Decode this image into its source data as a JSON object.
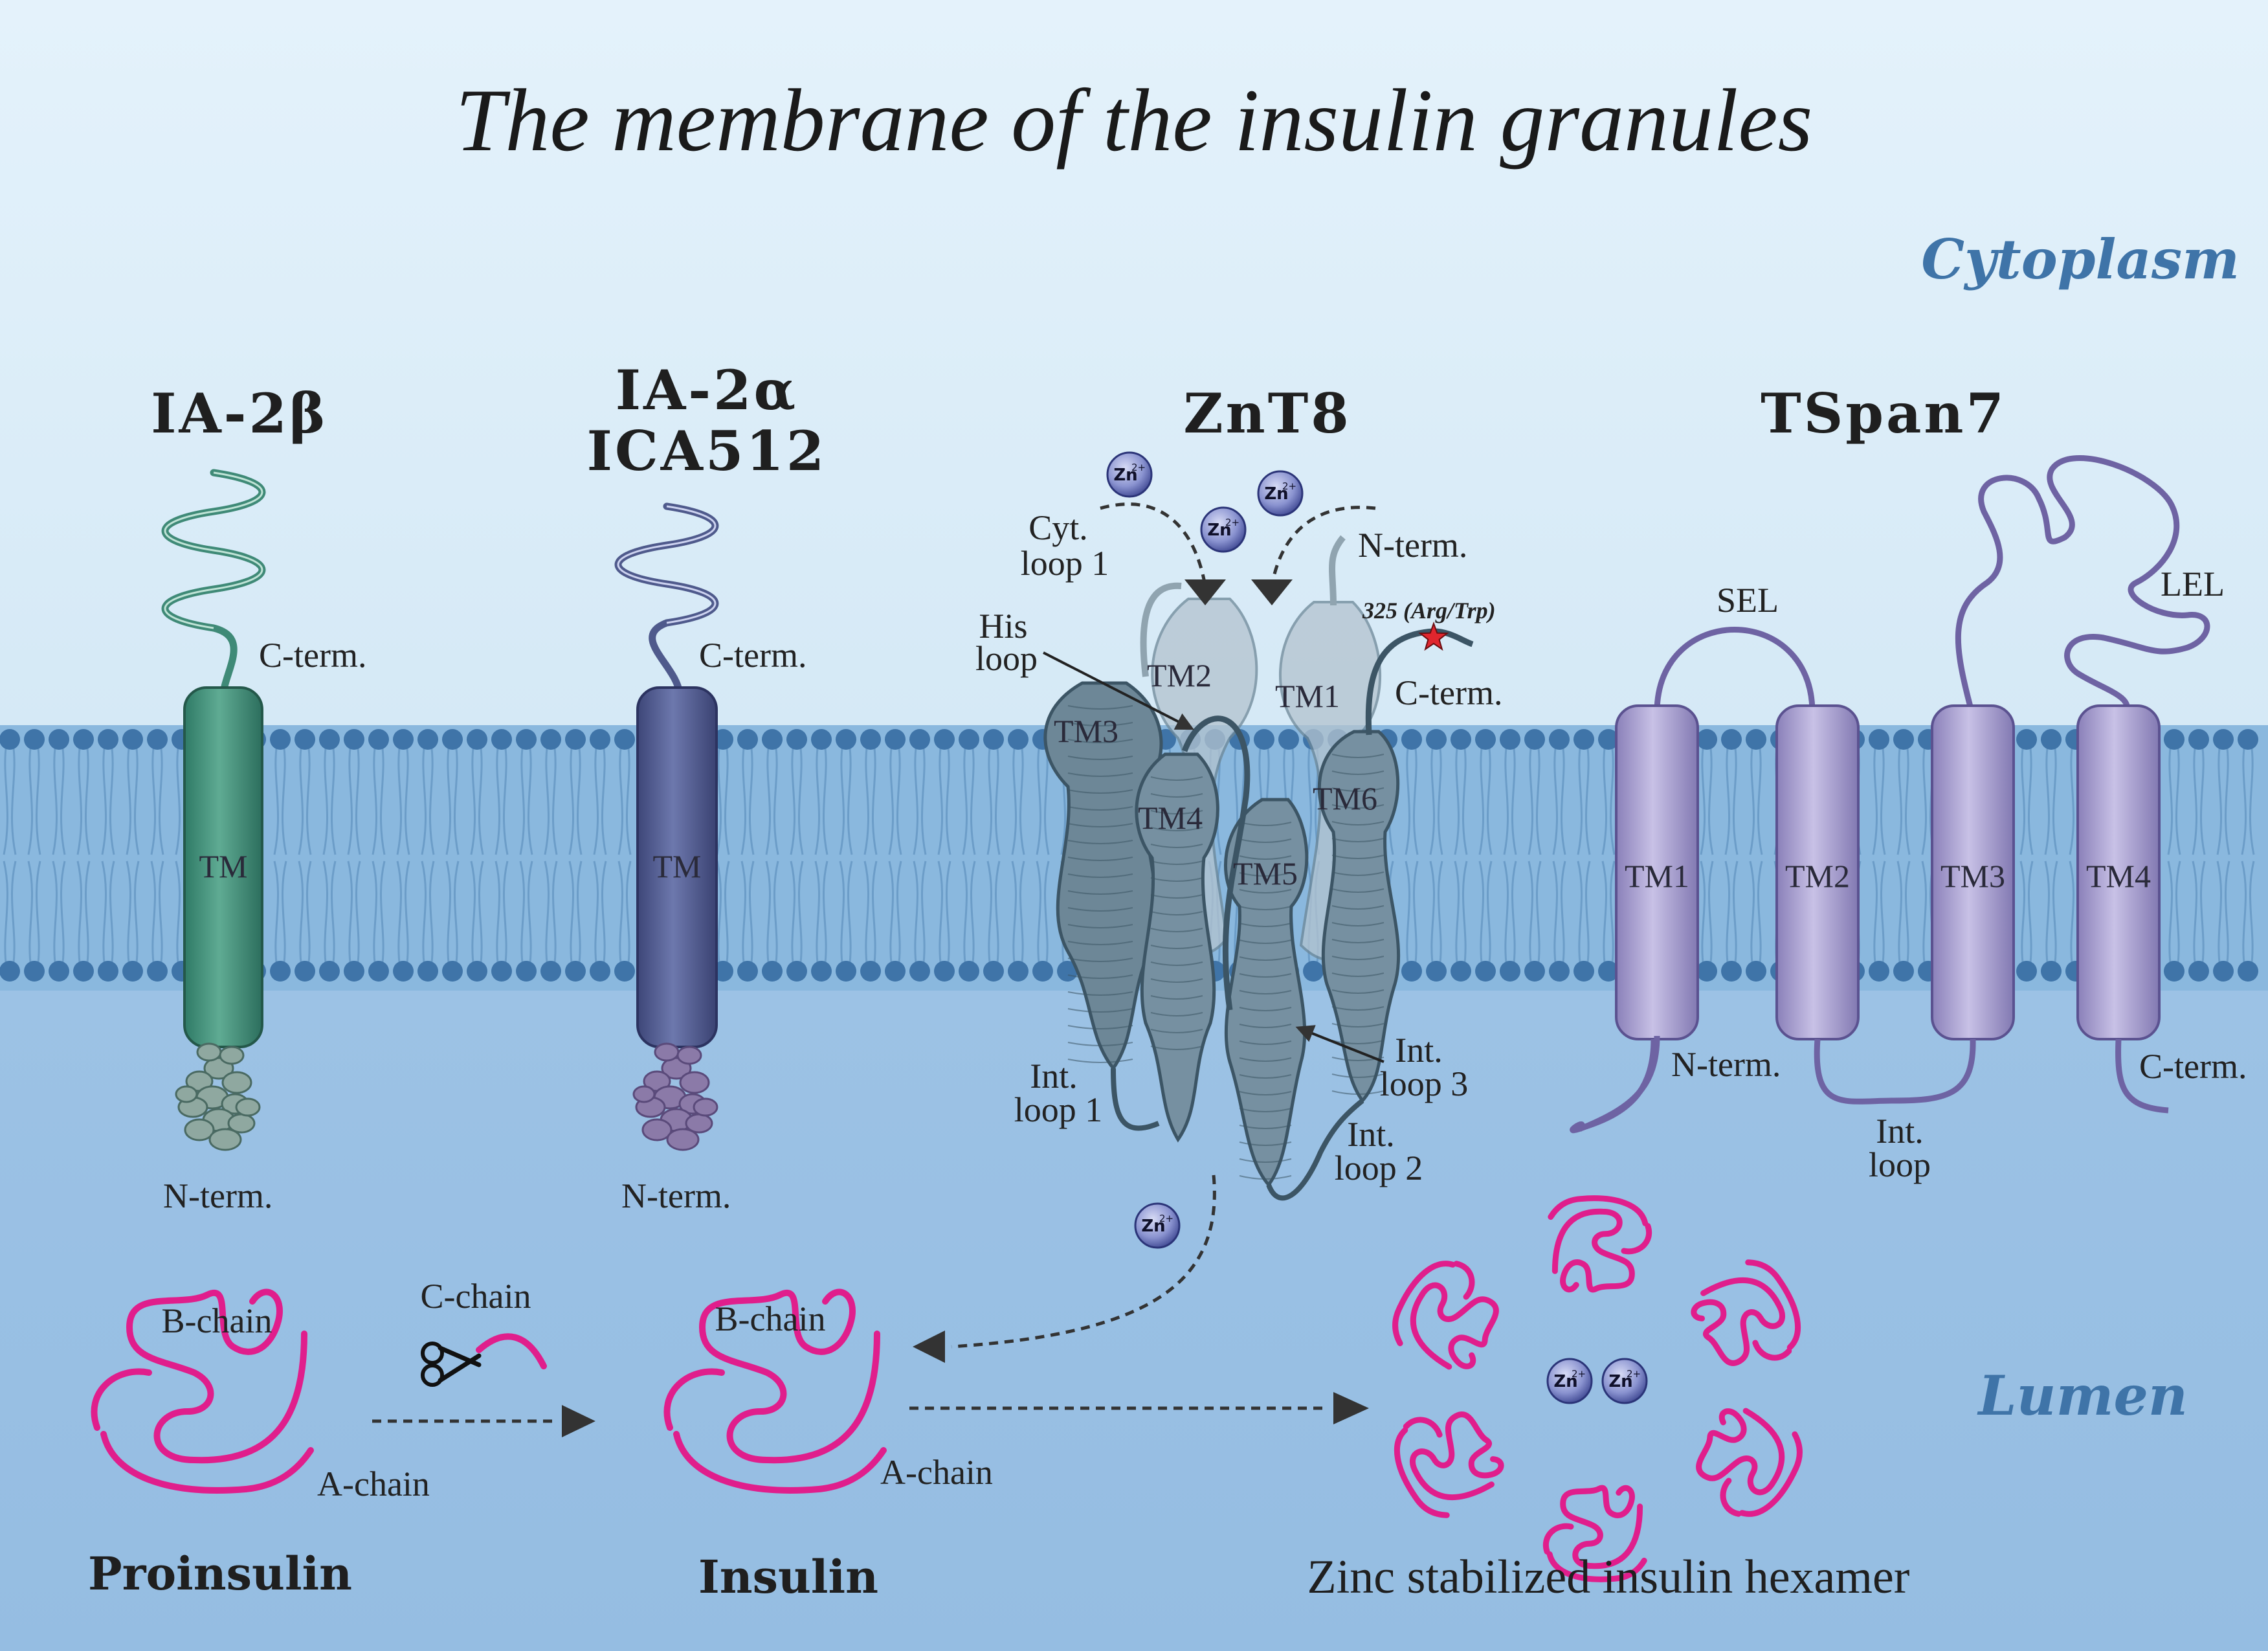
{
  "title": "The membrane of the insulin granules",
  "regions": {
    "cytoplasm": "Cytoplasm",
    "lumen": "Lumen"
  },
  "proteins": {
    "ia2b": {
      "name": "IA-2β",
      "tm": "TM",
      "cterm": "C-term.",
      "nterm": "N-term."
    },
    "ia2a": {
      "name1": "IA-2α",
      "name2": "ICA512",
      "tm": "TM",
      "cterm": "C-term.",
      "nterm": "N-term."
    },
    "znt8": {
      "name": "ZnT8",
      "cyt_loop": [
        "Cyt.",
        "loop 1"
      ],
      "his_loop": [
        "His",
        "loop"
      ],
      "nterm": "N-term.",
      "cterm": "C-term.",
      "variant": "325 (Arg/Trp)",
      "int_loop1": [
        "Int.",
        "loop 1"
      ],
      "int_loop2": [
        "Int.",
        "loop 2"
      ],
      "int_loop3": [
        "Int.",
        "loop 3"
      ],
      "tm": [
        "TM1",
        "TM2",
        "TM3",
        "TM4",
        "TM5",
        "TM6"
      ]
    },
    "tspan7": {
      "name": "TSpan7",
      "sel": "SEL",
      "lel": "LEL",
      "nterm": "N-term.",
      "cterm": "C-term.",
      "int_loop": [
        "Int.",
        "loop"
      ],
      "tm": [
        "TM1",
        "TM2",
        "TM3",
        "TM4"
      ]
    }
  },
  "zinc": {
    "symbol": "Zn",
    "charge": "2+"
  },
  "insulin": {
    "b_chain": "B-chain",
    "a_chain": "A-chain",
    "c_chain": "C-chain",
    "proinsulin": "Proinsulin",
    "insulin": "Insulin",
    "hexamer": "Zinc stabilized insulin hexamer"
  },
  "colors": {
    "cytoplasm_bg": "#deeef9",
    "lumen_bg": "#a9cbe9",
    "membrane": "#8ab8de",
    "lipid_head": "#3f74a8",
    "ia2b": "#3f8a77",
    "ia2a": "#4f5a8c",
    "znt8": "#6f8898",
    "tspan7": "#9f96c9",
    "insulin": "#e01e8c",
    "region_label": "#3f74a8"
  }
}
